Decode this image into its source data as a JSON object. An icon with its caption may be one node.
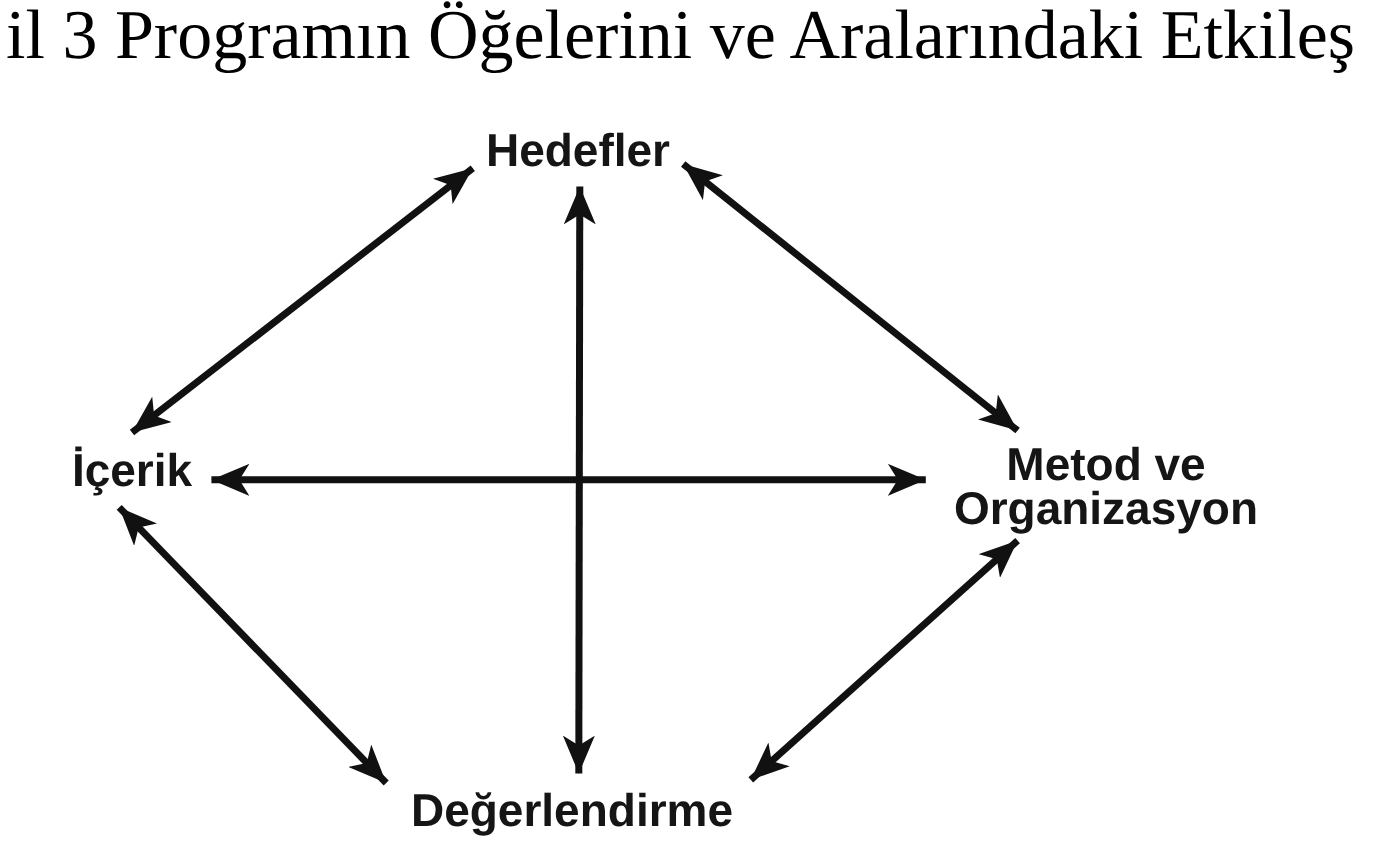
{
  "diagram": {
    "title": "il 3 Programın Öğelerini ve Aralarındaki Etkileş",
    "nodes": [
      {
        "text": [
          "Hedefler"
        ]
      },
      {
        "text": [
          "İçerik"
        ]
      },
      {
        "text": [
          "Metod ve Organizasyon"
        ]
      },
      {
        "text": [
          "Değerlendirme"
        ]
      }
    ],
    "edges": [
      {
        "from": 0,
        "to": 1,
        "arrow": "both"
      },
      {
        "from": 0,
        "to": 2,
        "arrow": "both"
      },
      {
        "from": 0,
        "to": 3,
        "arrow": "both"
      },
      {
        "from": 1,
        "to": 2,
        "arrow": "both"
      },
      {
        "from": 1,
        "to": 3,
        "arrow": "both"
      },
      {
        "from": 2,
        "to": 3,
        "arrow": "both"
      }
    ]
  }
}
